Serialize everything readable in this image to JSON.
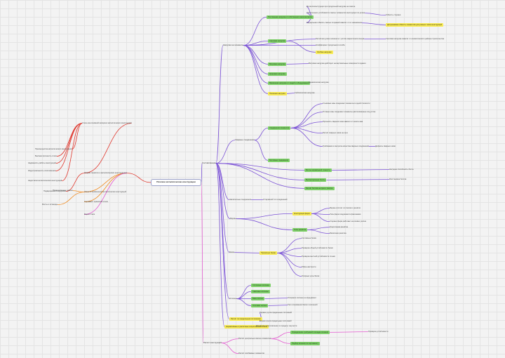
{
  "title": "Mind map: Ploskie metallicheskie konstruktsii",
  "colors": {
    "purple": "#7b52d6",
    "red": "#e0382e",
    "orange": "#f08a1f",
    "pink": "#e35ad0",
    "highlight_green": "#7fd06a",
    "highlight_yellow": "#f7ea55"
  },
  "nodes": {
    "root": "Плоские металлические конструкции",
    "r_main": "Составляющие",
    "r_intro": "Общие понятия о металлических конструкциях",
    "r_bottom": "Расчёт конструкций",
    "g_top": "Нагрузки на элементы",
    "g_top_sub": "Постоянная нагрузка от собственного веса металла",
    "t1": "Металлоконструкции при продольной нагрузке на сжатие",
    "t2": "Обеспечение устойчивости сжатых элементов конструкции по длине",
    "t2b": "Гибкость стержня",
    "t3": "Предельная гибкость сжатых стержней зависит от их назначения",
    "t3b": "Допускаемая гибкость элементов для разных типов конструкций",
    "t4": "Расчётная длина элемента с учётом закрепления концов",
    "t5": "Коэффициент продольного изгиба",
    "s1": "Снеговая нагрузка",
    "s1a": "Снеговая нагрузка зависит от климатического района строительства",
    "s2": "Ветровая нагрузка",
    "s2a": "Ветровая нагрузка действует на вертикальные поверхности здания",
    "s3": "Крановая нагрузка",
    "s4": "Временная нагрузка от людей и оборудования",
    "s5": "Полезная нагрузка",
    "s6": "Сейсмическая нагрузка",
    "s7": "Особые нагрузки",
    "m1": "Сварные соединения",
    "m1_sub": "Соединения элементов",
    "m1a": "Стыковые швы соединяют элементы в одной плоскости",
    "m1b": "Угловые швы соединяют элементы расположенные под углом",
    "m1c": "Прочность сварного шва зависит от катета шва",
    "m1d": "Расчёт сварных швов на срез",
    "m1e": "Требования к контролю качества сварных соединений",
    "m1f": "Дефекты сварных швов",
    "m2": "Болтовые соединения",
    "m2a": "Болты нормальной точности",
    "m2b": "Высокопрочные болты",
    "m3": "Расчёт болтов на срез и смятие",
    "m3a": "Несущая способность болта",
    "m3b": "Расстановка болтов",
    "m4": "Заклёпочные соединения",
    "m4a": "Устаревший тип соединений",
    "m5": "Фермы",
    "m5_sub": "Конструкция ферм",
    "m5a": "Фермы состоят из поясов и решётки",
    "m5b": "Узлы ферм соединяются фасонками",
    "m5c": "Стержни ферм работают на осевое усилие",
    "m5d": "Типы решёток",
    "m5e": "Треугольная решётка",
    "m5f": "Раскосная решётка",
    "m6": "Балки",
    "m6a": "Прокатные балки",
    "m6b": "Составные балки",
    "m6c": "Проверка общей устойчивости балки",
    "m6d": "Проверка местной устойчивости стенки",
    "m6e": "Рёбра жёсткости",
    "m7": "Колонны",
    "m7a": "Сплошные колонны",
    "m7b": "Сквозные колонны",
    "b1": "Расчёт по предельным состояниям",
    "b1a": "Первая группа предельных состояний",
    "b1b": "Вторая группа предельных состояний",
    "b2": "Нормативные и расчётные сопротивления стали",
    "l1": "Сталь как основной материал металлических конструкций",
    "l1a": "Преимущества металлических конструкций",
    "l1b": "Высокая прочность стали",
    "l1c": "Надёжность работы конструкций",
    "l1d": "Индустриальность изготовления",
    "l1e": "Недостатки металлических конструкций",
    "l1f": "Подверженность коррозии",
    "l2": "Области применения металлических конструкций",
    "l2a": "Промышленные здания",
    "l2b": "Мосты и эстакады",
    "l3": "Сортамент прокатной стали",
    "l4": "Марки стали"
  }
}
